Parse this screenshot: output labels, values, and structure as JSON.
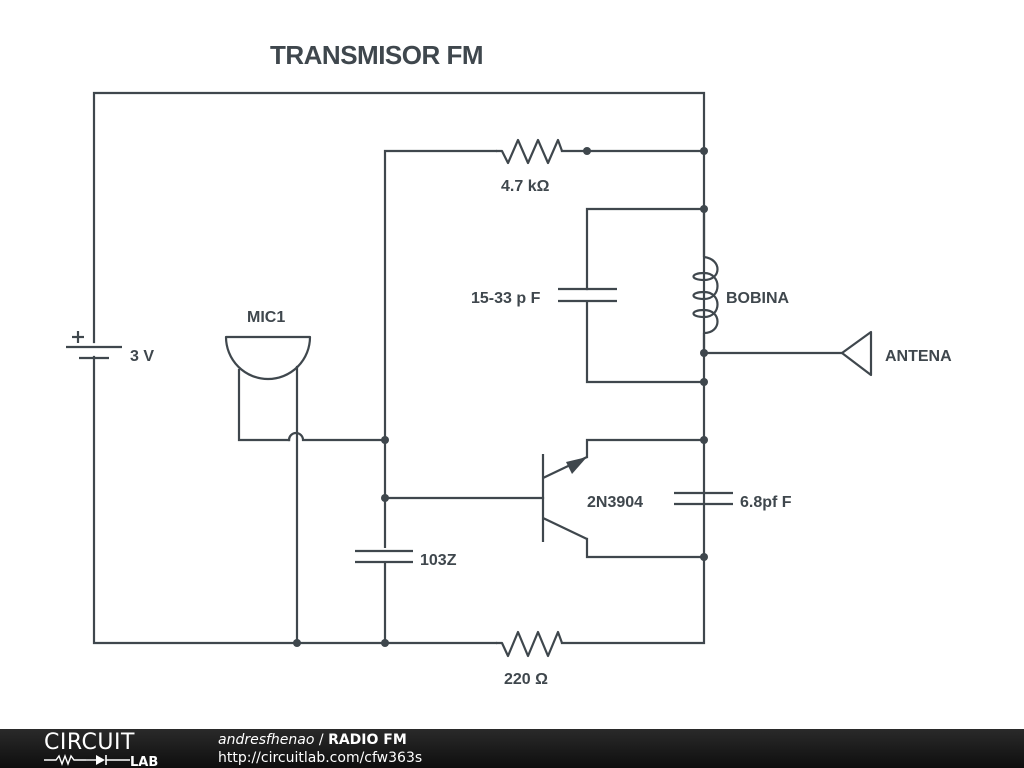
{
  "diagram": {
    "title": "TRANSMISOR FM",
    "components": {
      "battery": {
        "label": "3 V",
        "polarity": "+"
      },
      "microphone": {
        "label": "MIC1"
      },
      "resistor_top": {
        "label": "4.7 kΩ"
      },
      "trimmer_capacitor": {
        "label": "15-33 p F"
      },
      "inductor": {
        "label": "BOBINA"
      },
      "antenna": {
        "label": "ANTENA"
      },
      "transistor": {
        "label": "2N3904"
      },
      "capacitor_ce": {
        "label": "6.8pf F"
      },
      "capacitor_base": {
        "label": "103Z"
      },
      "resistor_bottom": {
        "label": "220 Ω"
      }
    }
  },
  "footer": {
    "logo_top": "CIRCUIT",
    "logo_bottom": "LAB",
    "owner": "andresfhenao",
    "separator": " / ",
    "project": "RADIO FM",
    "url": "http://circuitlab.com/cfw363s"
  },
  "colors": {
    "ink": "#3f474d",
    "footer_bg": "#1a1a1a"
  }
}
